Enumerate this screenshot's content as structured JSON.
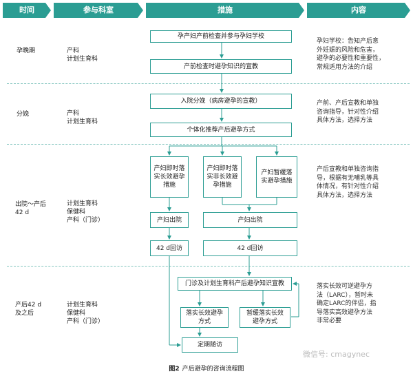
{
  "header": {
    "col_time": "时间",
    "col_dept": "参与科室",
    "col_measures": "措施",
    "col_content": "内容"
  },
  "rows": [
    {
      "time": "孕晚期",
      "dept": "产科\n计划生育科"
    },
    {
      "time": "分娩",
      "dept": "产科\n计划生育科"
    },
    {
      "time": "出院～产后\n42 d",
      "dept": "计划生育科\n保健科\n产科（门诊）"
    },
    {
      "time": "产后42 d\n及之后",
      "dept": "计划生育科\n保健科\n产科（门诊）"
    }
  ],
  "boxes": {
    "b1": "孕产妇产前检查并参与孕妇学校",
    "b2": "产前检查时避孕知识的宣教",
    "b3": "入院分娩（病房避孕的宣教）",
    "b4": "个体化推荐产后避孕方式",
    "b5": "产妇即时落\n实长效避孕\n措施",
    "b6": "产妇即时落\n实非长效避\n孕措施",
    "b7": "产妇暂缓落\n实避孕措施",
    "b8": "产妇出院",
    "b9": "产妇出院",
    "b10": "42 d回访",
    "b11": "42 d回访",
    "b12": "门诊及计划生育科产后避孕知识宣教",
    "b13": "落实长效避孕\n方式",
    "b14": "暂缓落实长效\n避孕方式",
    "b15": "定期随访"
  },
  "notes": {
    "n1": "孕妇学校：告知产后意\n外妊娠的风险和危害，\n避孕的必要性和重要性，\n常规适用方法的介绍",
    "n2": "产前、产后宣教和单独\n咨询指导，针对性介绍\n具体方法，选择方法",
    "n3": "产后宣教和单独咨询指\n导，根据有无哺乳等具\n体情况，有针对性介绍\n具体方法，选择方法",
    "n4": "落实长效可逆避孕方\n法（LARC），暂时未\n确定LARC的伴侣，指\n导落实高效避孕方法\n非常必要"
  },
  "caption": {
    "label": "图2",
    "text": "产后避孕的咨询流程图"
  },
  "watermark": "微信号: cmagynec",
  "colors": {
    "accent": "#2b9d93",
    "separator": "#7fc3bd"
  }
}
